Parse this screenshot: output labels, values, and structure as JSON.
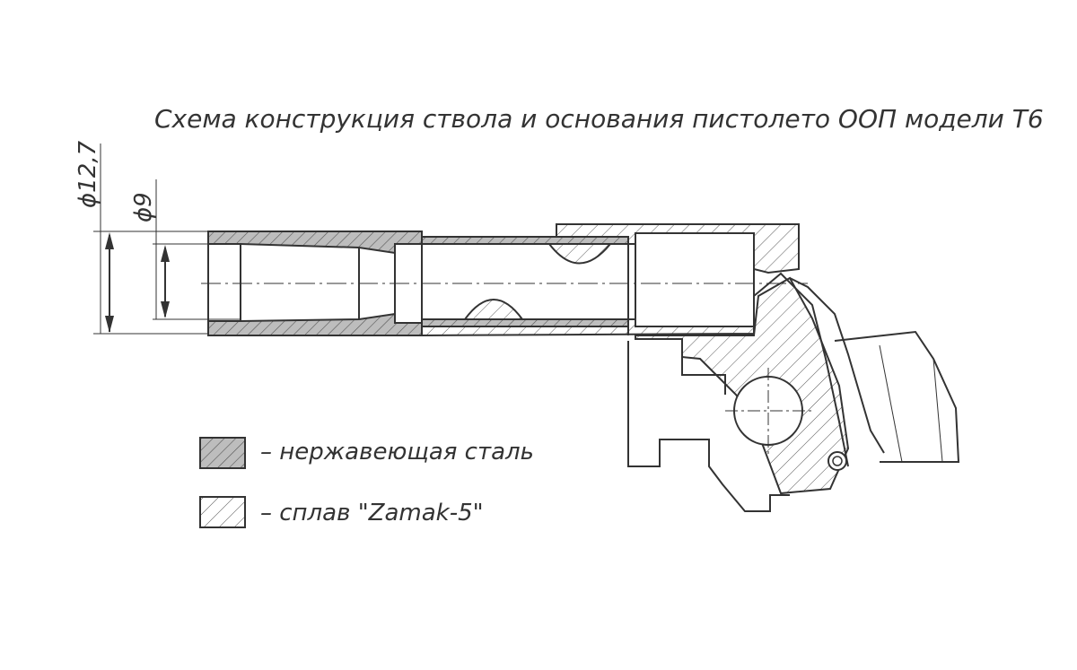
{
  "title": "Схема конструкция ствола и основания пистолето ООП модели Т6",
  "dimensions": {
    "outer_diameter": "ϕ12,7",
    "inner_diameter": "ϕ9"
  },
  "legend": [
    {
      "material": "stainless-steel",
      "label": "– нержавеющая сталь"
    },
    {
      "material": "zamak-5",
      "label": "– сплав \"Zamak-5\""
    }
  ],
  "colors": {
    "line": "#333333",
    "steel_fill": "#bdbdbd",
    "background": "#ffffff"
  }
}
